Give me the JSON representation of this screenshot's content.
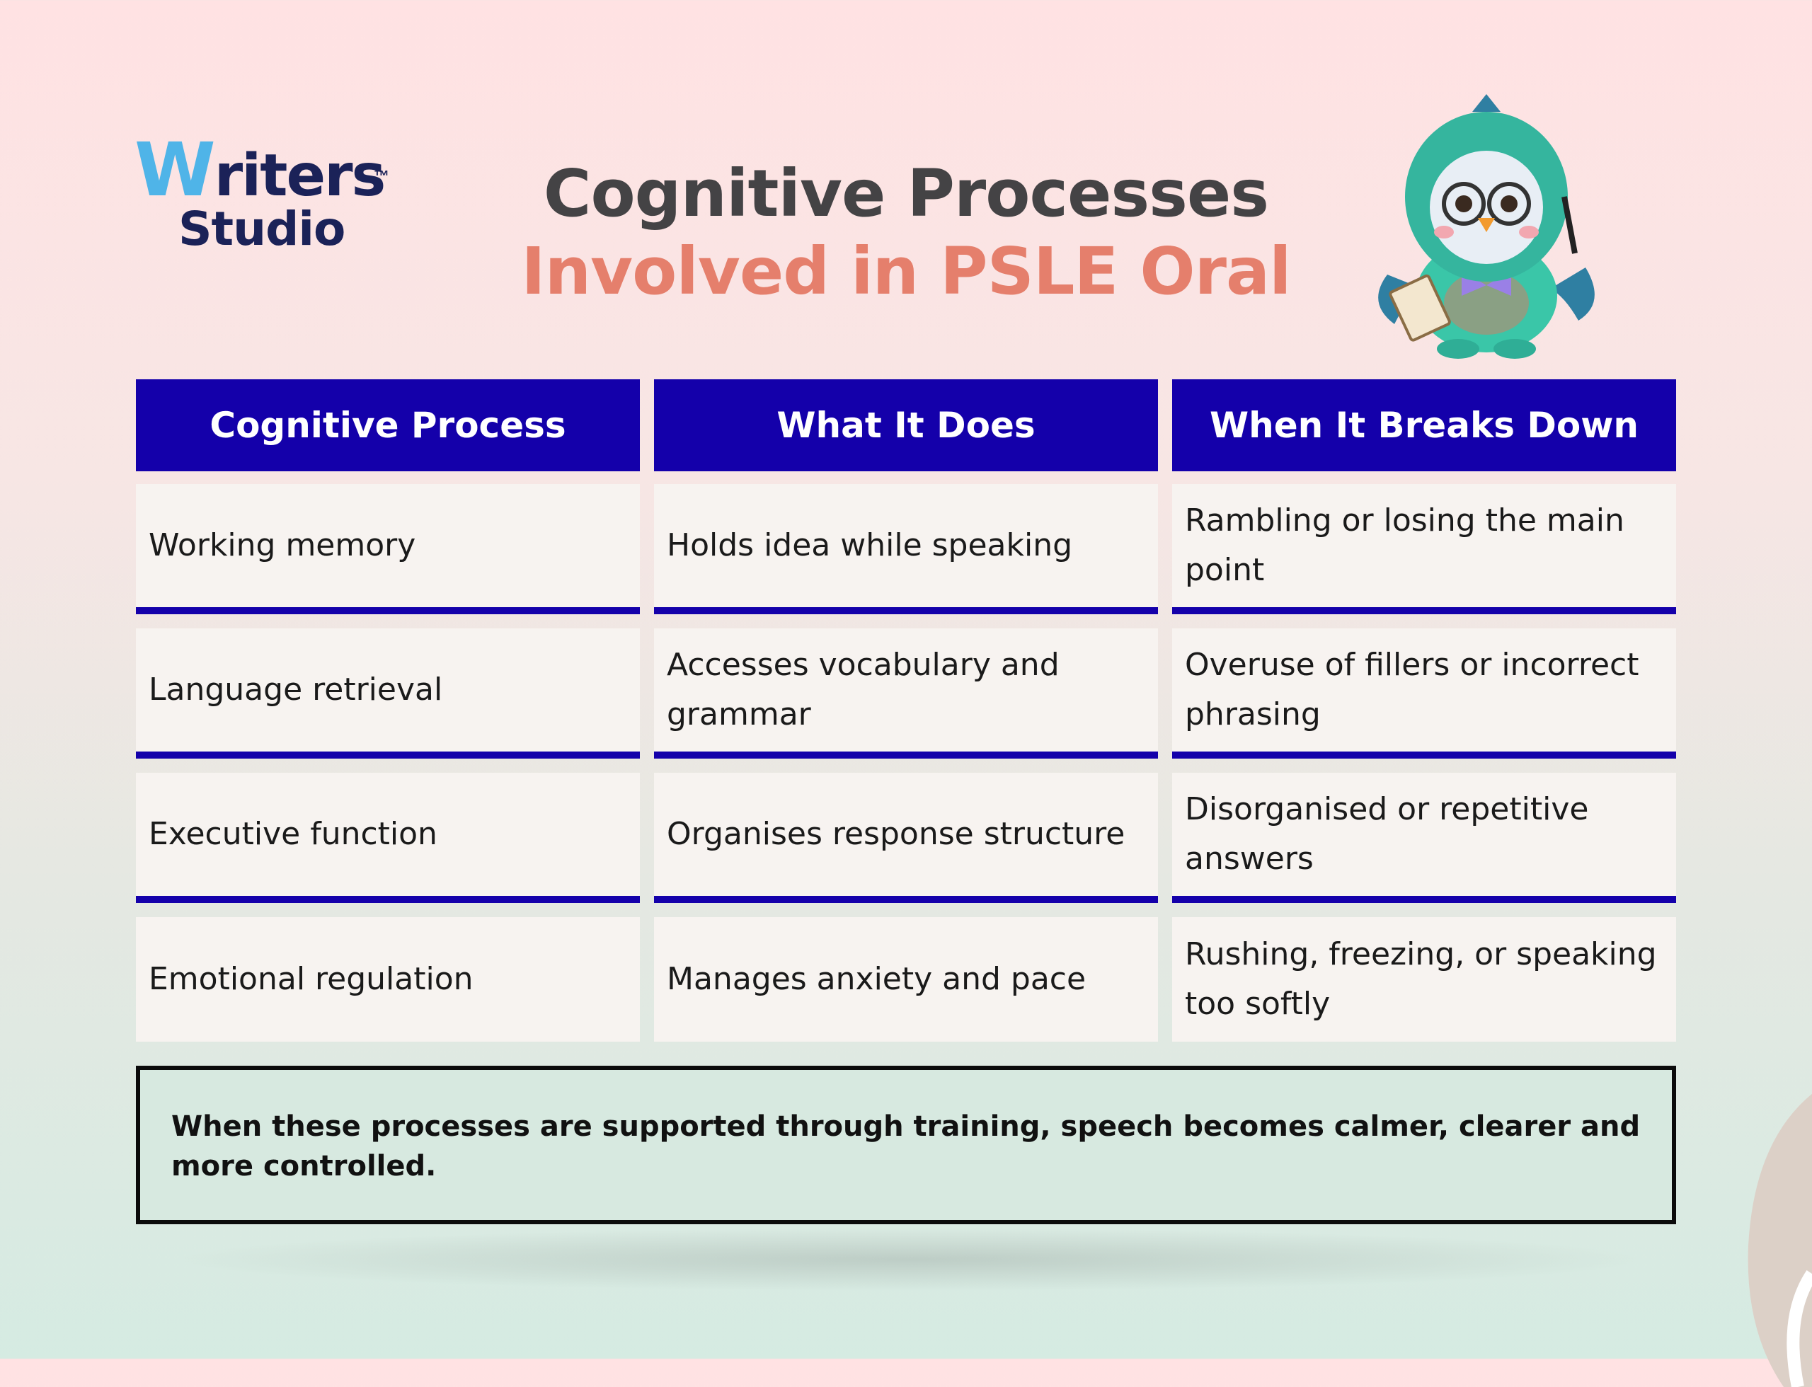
{
  "logo": {
    "line1_initial": "W",
    "line1_rest": "riters",
    "trademark": "™",
    "line2": "Studio"
  },
  "title": {
    "line1": "Cognitive Processes",
    "line2": "Involved in PSLE Oral"
  },
  "table": {
    "headers": [
      "Cognitive Process",
      "What It Does",
      "When It Breaks Down"
    ],
    "rows": [
      [
        "Working memory",
        "Holds idea while speaking",
        "Rambling or losing the main point"
      ],
      [
        "Language retrieval",
        "Accesses vocabulary and grammar",
        "Overuse of fillers or incorrect phrasing"
      ],
      [
        "Executive function",
        "Organises response structure",
        "Disorganised or repetitive answers"
      ],
      [
        "Emotional regulation",
        "Manages anxiety and pace",
        "Rushing, freezing, or speaking too softly"
      ]
    ]
  },
  "note": "When these processes are supported through training, speech becomes calmer, clearer and more controlled.",
  "colors": {
    "header_bg": "#1400aa",
    "title_dark": "#444345",
    "title_accent": "#e57f6c",
    "cell_bg": "#f7f3f0"
  },
  "icons": {
    "mascot": "mascot-dino-bird-icon"
  }
}
